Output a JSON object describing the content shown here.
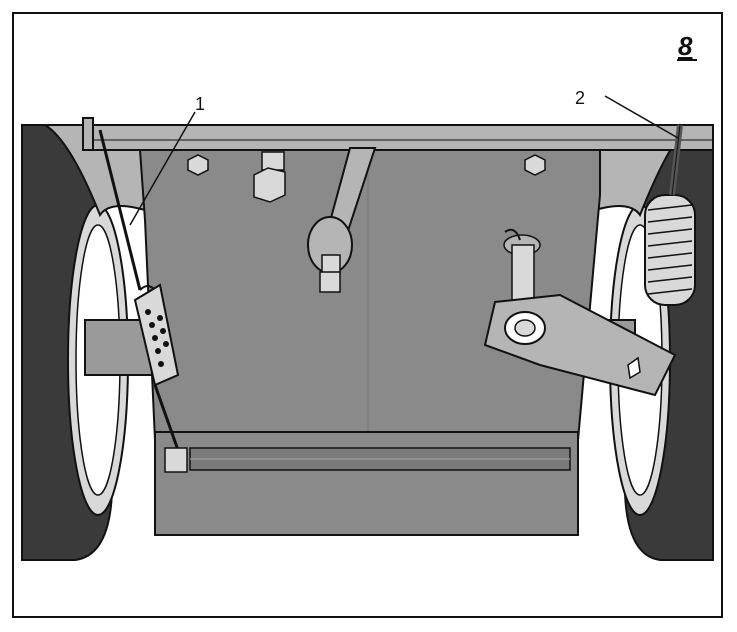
{
  "figure": {
    "number": "8",
    "callouts": [
      {
        "label": "1"
      },
      {
        "label": "2"
      }
    ]
  },
  "colors": {
    "housing": "#8a8a8a",
    "housing_light": "#b5b5b5",
    "tire": "#3a3a3a",
    "outline": "#111111",
    "light": "#d9d9d9"
  }
}
